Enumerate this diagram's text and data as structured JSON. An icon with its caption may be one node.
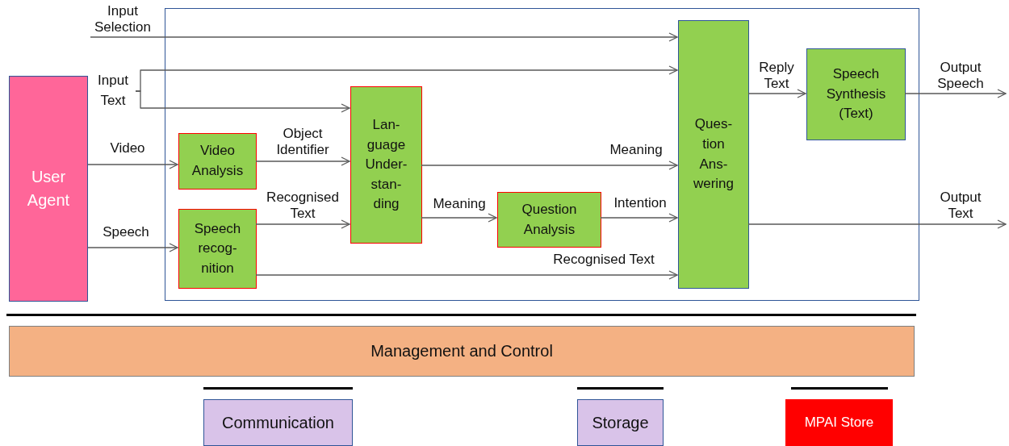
{
  "diagram": {
    "nodes": [
      {
        "text": [
          "User Agent"
        ]
      },
      {
        "text": [],
        "shape": "box"
      },
      {
        "text": [
          "Video Analysis"
        ],
        "in": 1
      },
      {
        "text": [
          "Speech recog- nition"
        ],
        "in": 1
      },
      {
        "text": [
          "Lan- guage Under- stan- ding"
        ],
        "in": 1
      },
      {
        "text": [
          "Question Analysis"
        ],
        "in": 1
      },
      {
        "text": [
          "Ques- tion Ans- wering"
        ],
        "in": 1
      },
      {
        "text": [
          "Speech Synthesis (Text)"
        ],
        "in": 1
      },
      {
        "text": [
          "Management and Control"
        ]
      },
      {
        "text": [
          "Communication"
        ]
      },
      {
        "text": [
          "Storage"
        ]
      },
      {
        "text": [
          "MPAI Store"
        ]
      },
      {
        "text": [
          "Input Text"
        ]
      }
    ],
    "edges": [
      {
        "from": null,
        "to": 6,
        "arrow": "to",
        "label": "Input Selection"
      },
      {
        "from": 12,
        "to": 6,
        "arrow": "to"
      },
      {
        "from": 12,
        "to": 4,
        "arrow": "to"
      },
      {
        "from": 0,
        "to": 2,
        "arrow": "to",
        "label": "Video"
      },
      {
        "from": 0,
        "to": 3,
        "arrow": "to",
        "label": "Speech"
      },
      {
        "from": 2,
        "to": 4,
        "arrow": "to",
        "label": "Object Identifier"
      },
      {
        "from": 3,
        "to": 4,
        "arrow": "to",
        "label": "Recognised Text"
      },
      {
        "from": 4,
        "to": 6,
        "arrow": "to",
        "label": "Meaning"
      },
      {
        "from": 4,
        "to": 5,
        "arrow": "to",
        "label": "Meaning"
      },
      {
        "from": 5,
        "to": 6,
        "arrow": "to",
        "label": "Intention"
      },
      {
        "from": 3,
        "to": 6,
        "arrow": "to",
        "label": "Recognised Text"
      },
      {
        "from": 6,
        "to": 7,
        "arrow": "to",
        "label": "Reply Text"
      },
      {
        "from": 7,
        "to": null,
        "arrow": "to",
        "label": "Output Speech"
      },
      {
        "from": 6,
        "to": null,
        "arrow": "to",
        "label": "Output Text"
      }
    ]
  }
}
